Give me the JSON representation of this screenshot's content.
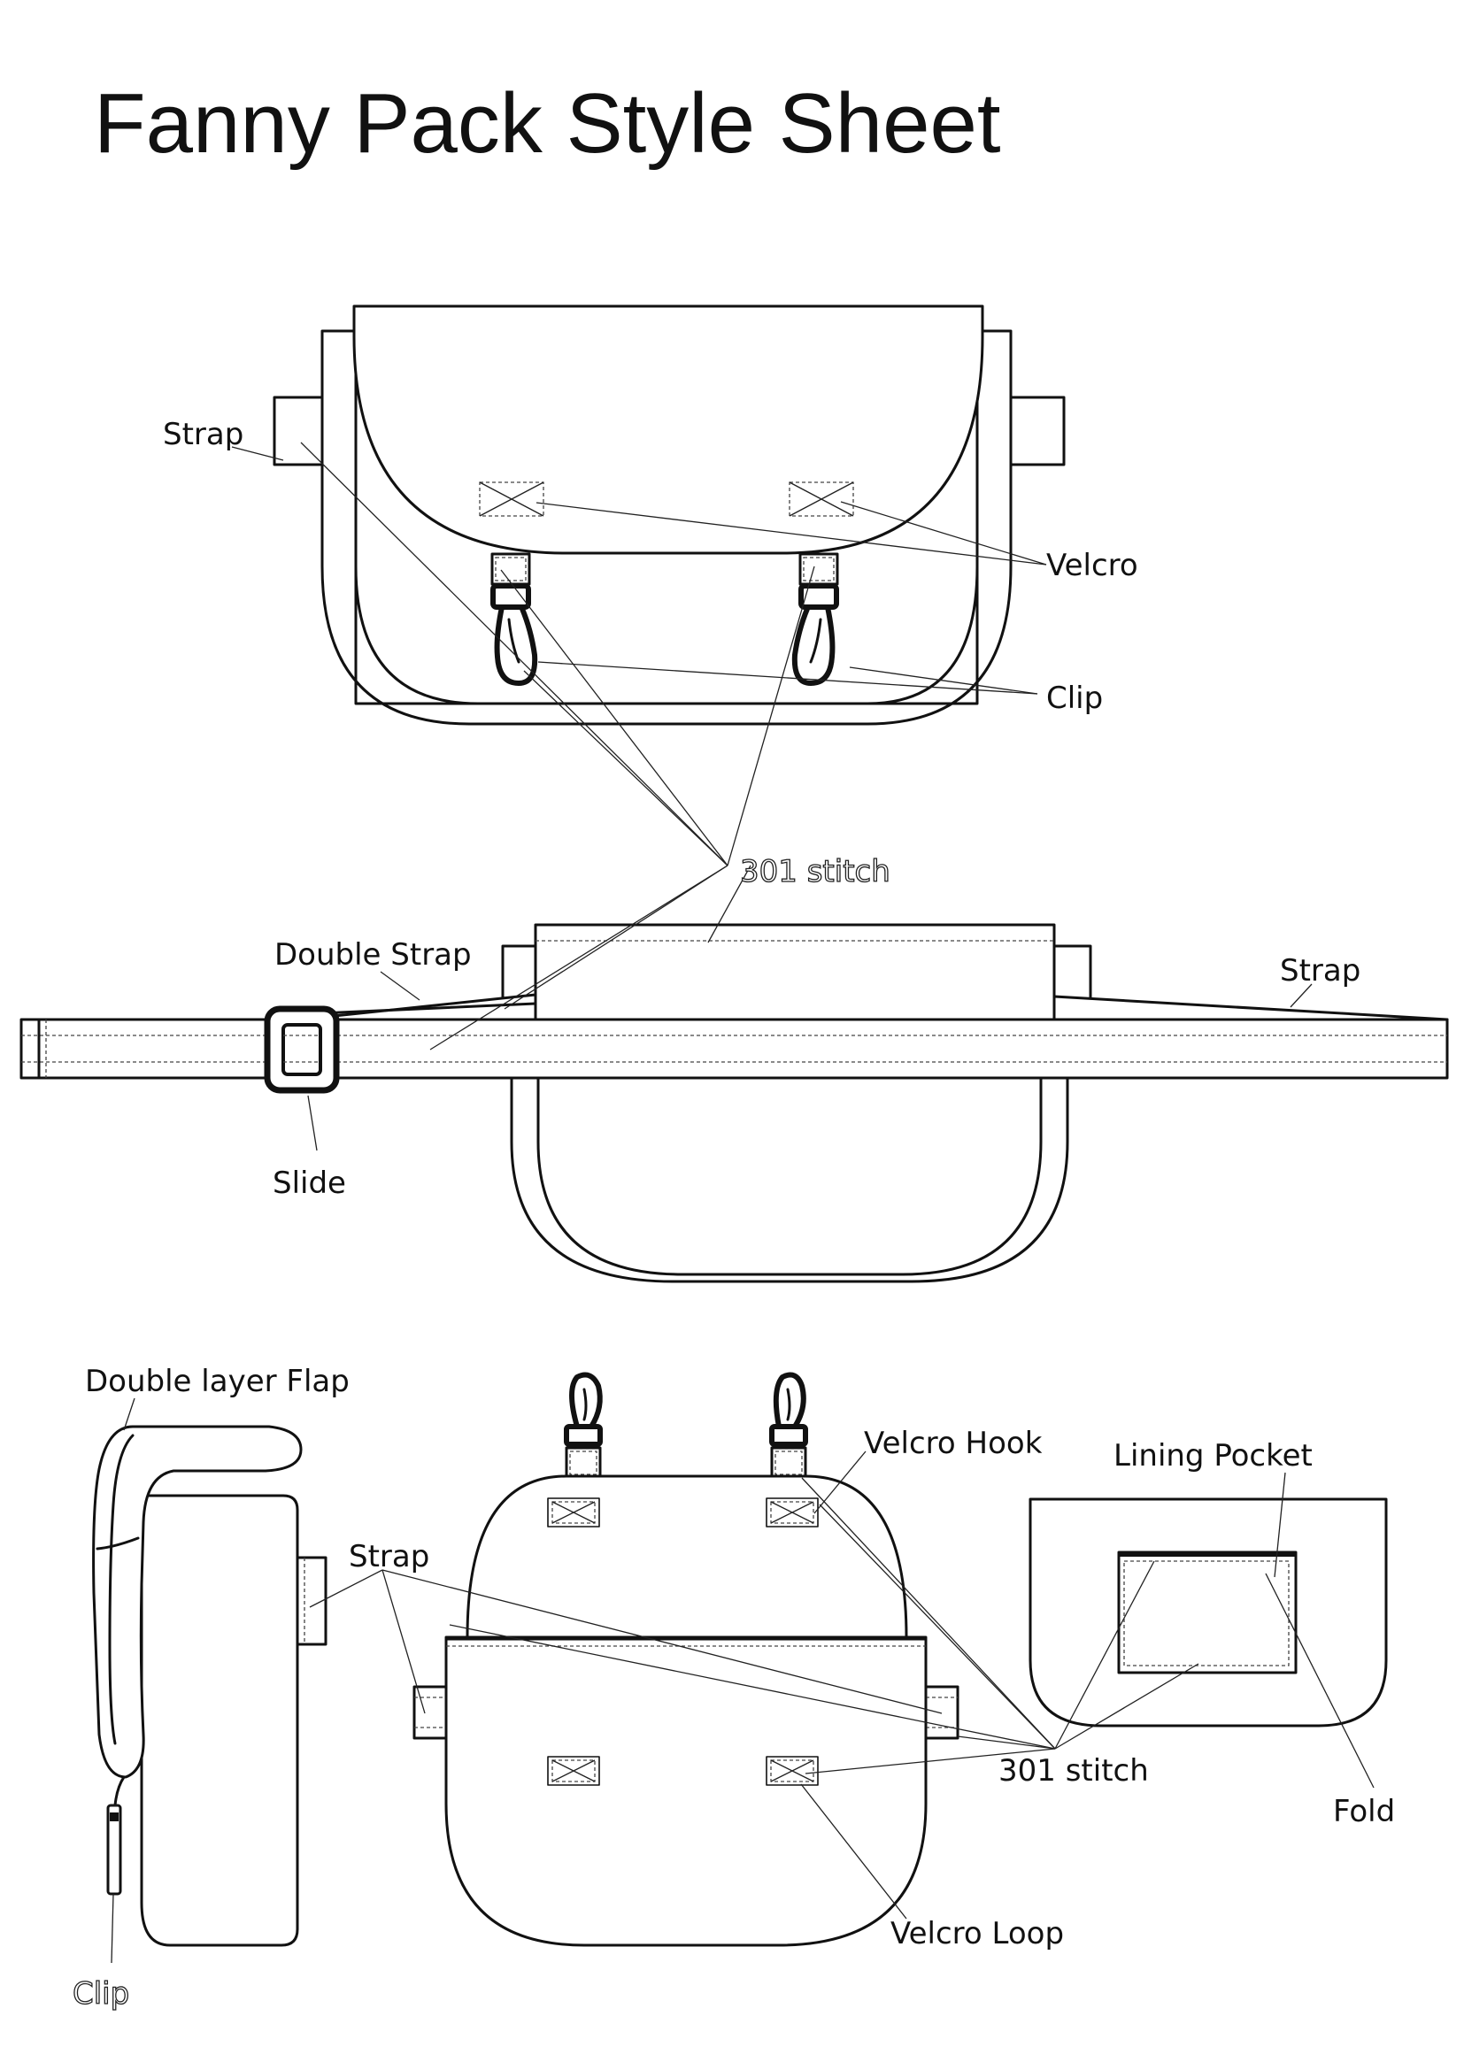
{
  "title": "Fanny Pack Style Sheet",
  "labels": {
    "front_strap": "Strap",
    "front_velcro": "Velcro",
    "front_clip": "Clip",
    "stitch_top": "301 stitch",
    "double_strap": "Double Strap",
    "belt_strap": "Strap",
    "slide": "Slide",
    "double_layer_flap": "Double layer Flap",
    "side_clip": "Clip",
    "back_strap": "Strap",
    "velcro_hook": "Velcro Hook",
    "stitch_bottom": "301 stitch",
    "velcro_loop": "Velcro Loop",
    "lining_pocket": "Lining Pocket",
    "fold": "Fold"
  }
}
